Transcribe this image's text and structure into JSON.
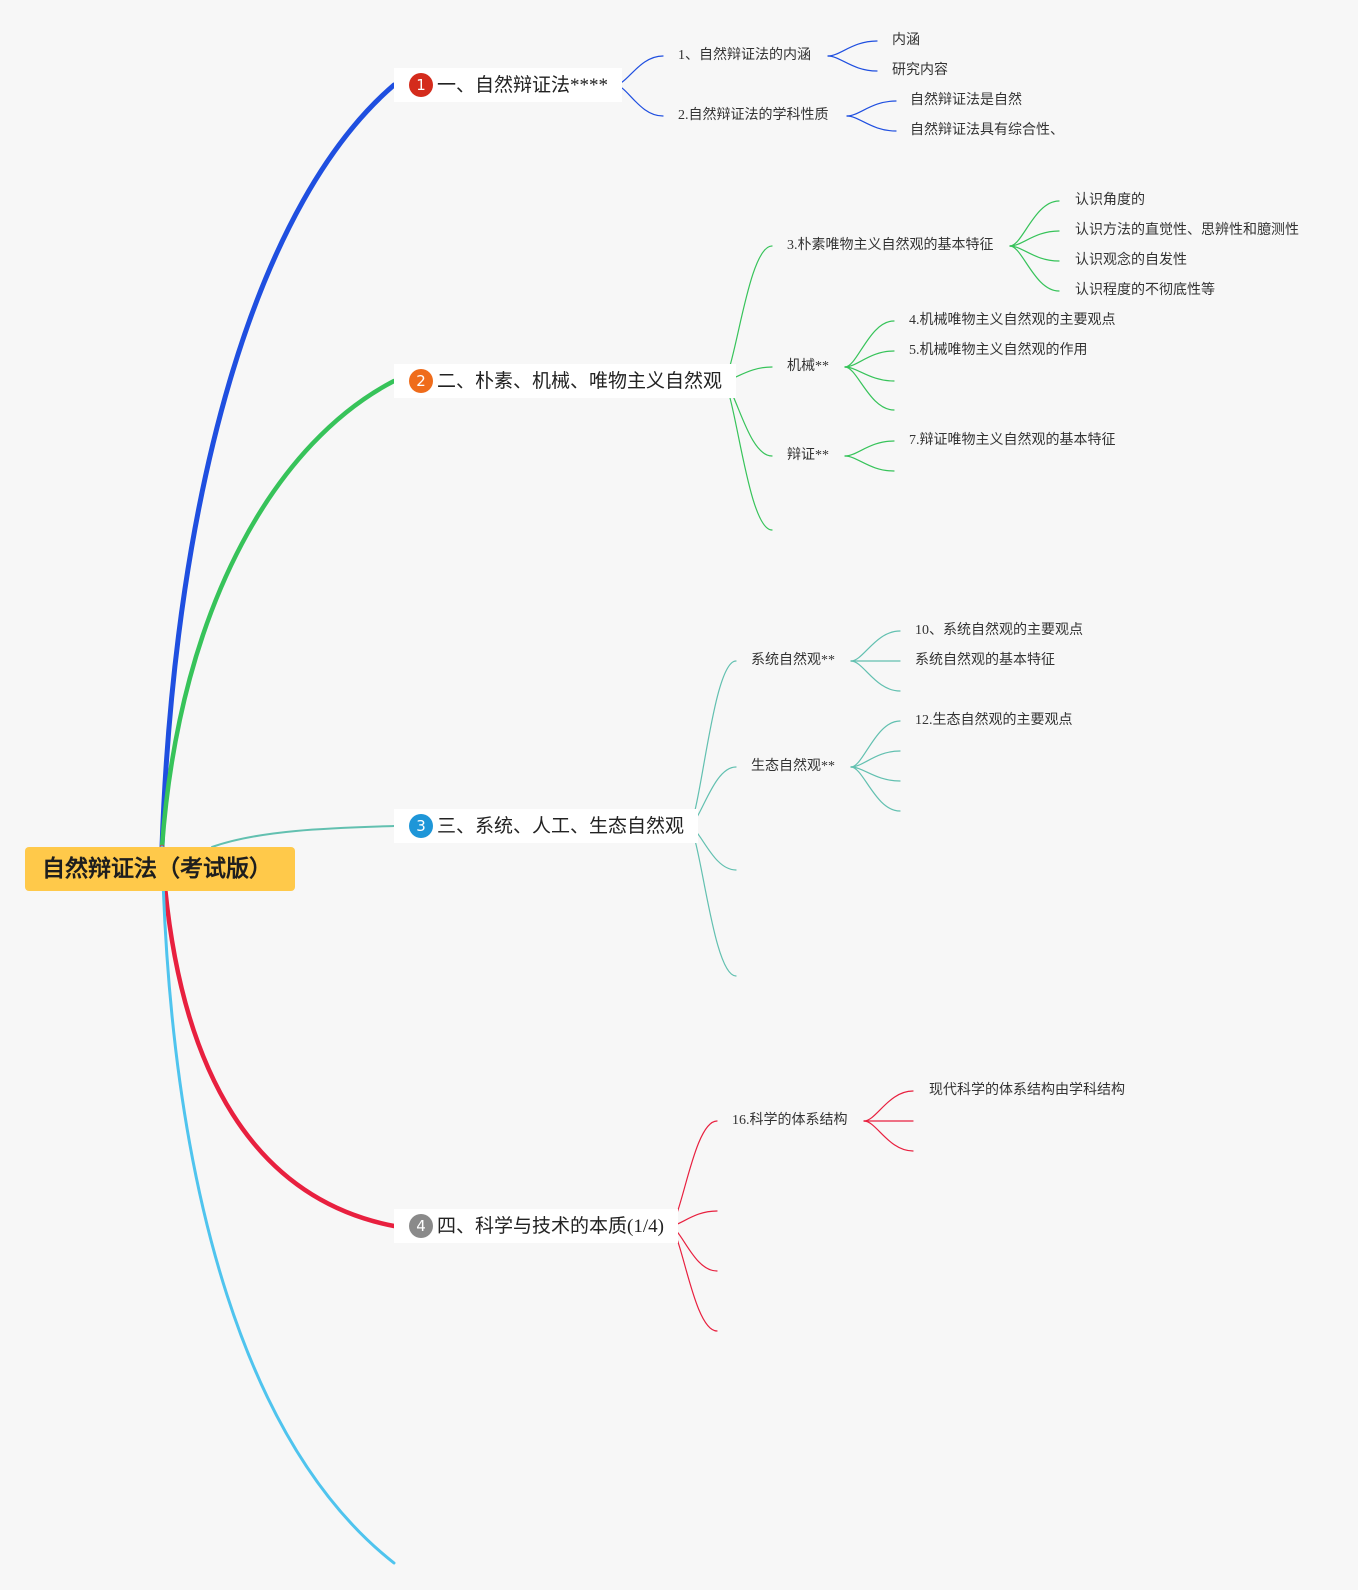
{
  "root": {
    "label": "自然辩证法（考试版）",
    "color": "#ffc94a"
  },
  "branches": [
    {
      "badge": "1",
      "badge_color": "#d42b1c",
      "line_color": "#1f4fe0",
      "label": "一、自然辩证法****",
      "children": [
        {
          "label": "1、自然辩证法的内涵",
          "children": [
            "内涵",
            "研究内容"
          ]
        },
        {
          "label": "2.自然辩证法的学科性质",
          "children": [
            "自然辩证法是自然",
            "自然辩证法具有综合性、"
          ]
        }
      ]
    },
    {
      "badge": "2",
      "badge_color": "#ef6c1b",
      "line_color": "#37c35a",
      "label": "二、朴素、机械、唯物主义自然观",
      "children": [
        {
          "label": "3.朴素唯物主义自然观的基本特征",
          "children": [
            "认识角度的",
            "认识方法的直觉性、思辨性和臆测性",
            "认识观念的自发性",
            "认识程度的不彻底性等"
          ]
        },
        {
          "label": "机械**",
          "children": [
            "4.机械唯物主义自然观的主要观点",
            "5.机械唯物主义自然观的作用",
            "",
            ""
          ]
        },
        {
          "label": "辩证**",
          "children": [
            "7.辩证唯物主义自然观的基本特征",
            ""
          ]
        },
        {
          "label": "",
          "children": []
        }
      ]
    },
    {
      "badge": "3",
      "badge_color": "#1e96d8",
      "line_color": "#62c0b0",
      "label": "三、系统、人工、生态自然观",
      "children": [
        {
          "label": "系统自然观**",
          "children": [
            "10、系统自然观的主要观点",
            "系统自然观的基本特征",
            ""
          ]
        },
        {
          "label": "生态自然观**",
          "children": [
            "12.生态自然观的主要观点",
            "",
            "",
            ""
          ]
        },
        {
          "label": "",
          "children": []
        },
        {
          "label": "",
          "children": []
        }
      ]
    },
    {
      "badge": "4",
      "badge_color": "#8a8a8a",
      "line_color": "#e8203f",
      "label": "四、科学与技术的本质(1/4)",
      "children": [
        {
          "label": "16.科学的体系结构",
          "children": [
            "现代科学的体系结构由学科结构",
            "",
            ""
          ]
        },
        {
          "label": "",
          "children": []
        },
        {
          "label": "",
          "children": []
        },
        {
          "label": "",
          "children": []
        }
      ]
    },
    {
      "badge": "",
      "badge_color": "",
      "line_color": "#4fc4ee",
      "label": "",
      "children": []
    }
  ]
}
